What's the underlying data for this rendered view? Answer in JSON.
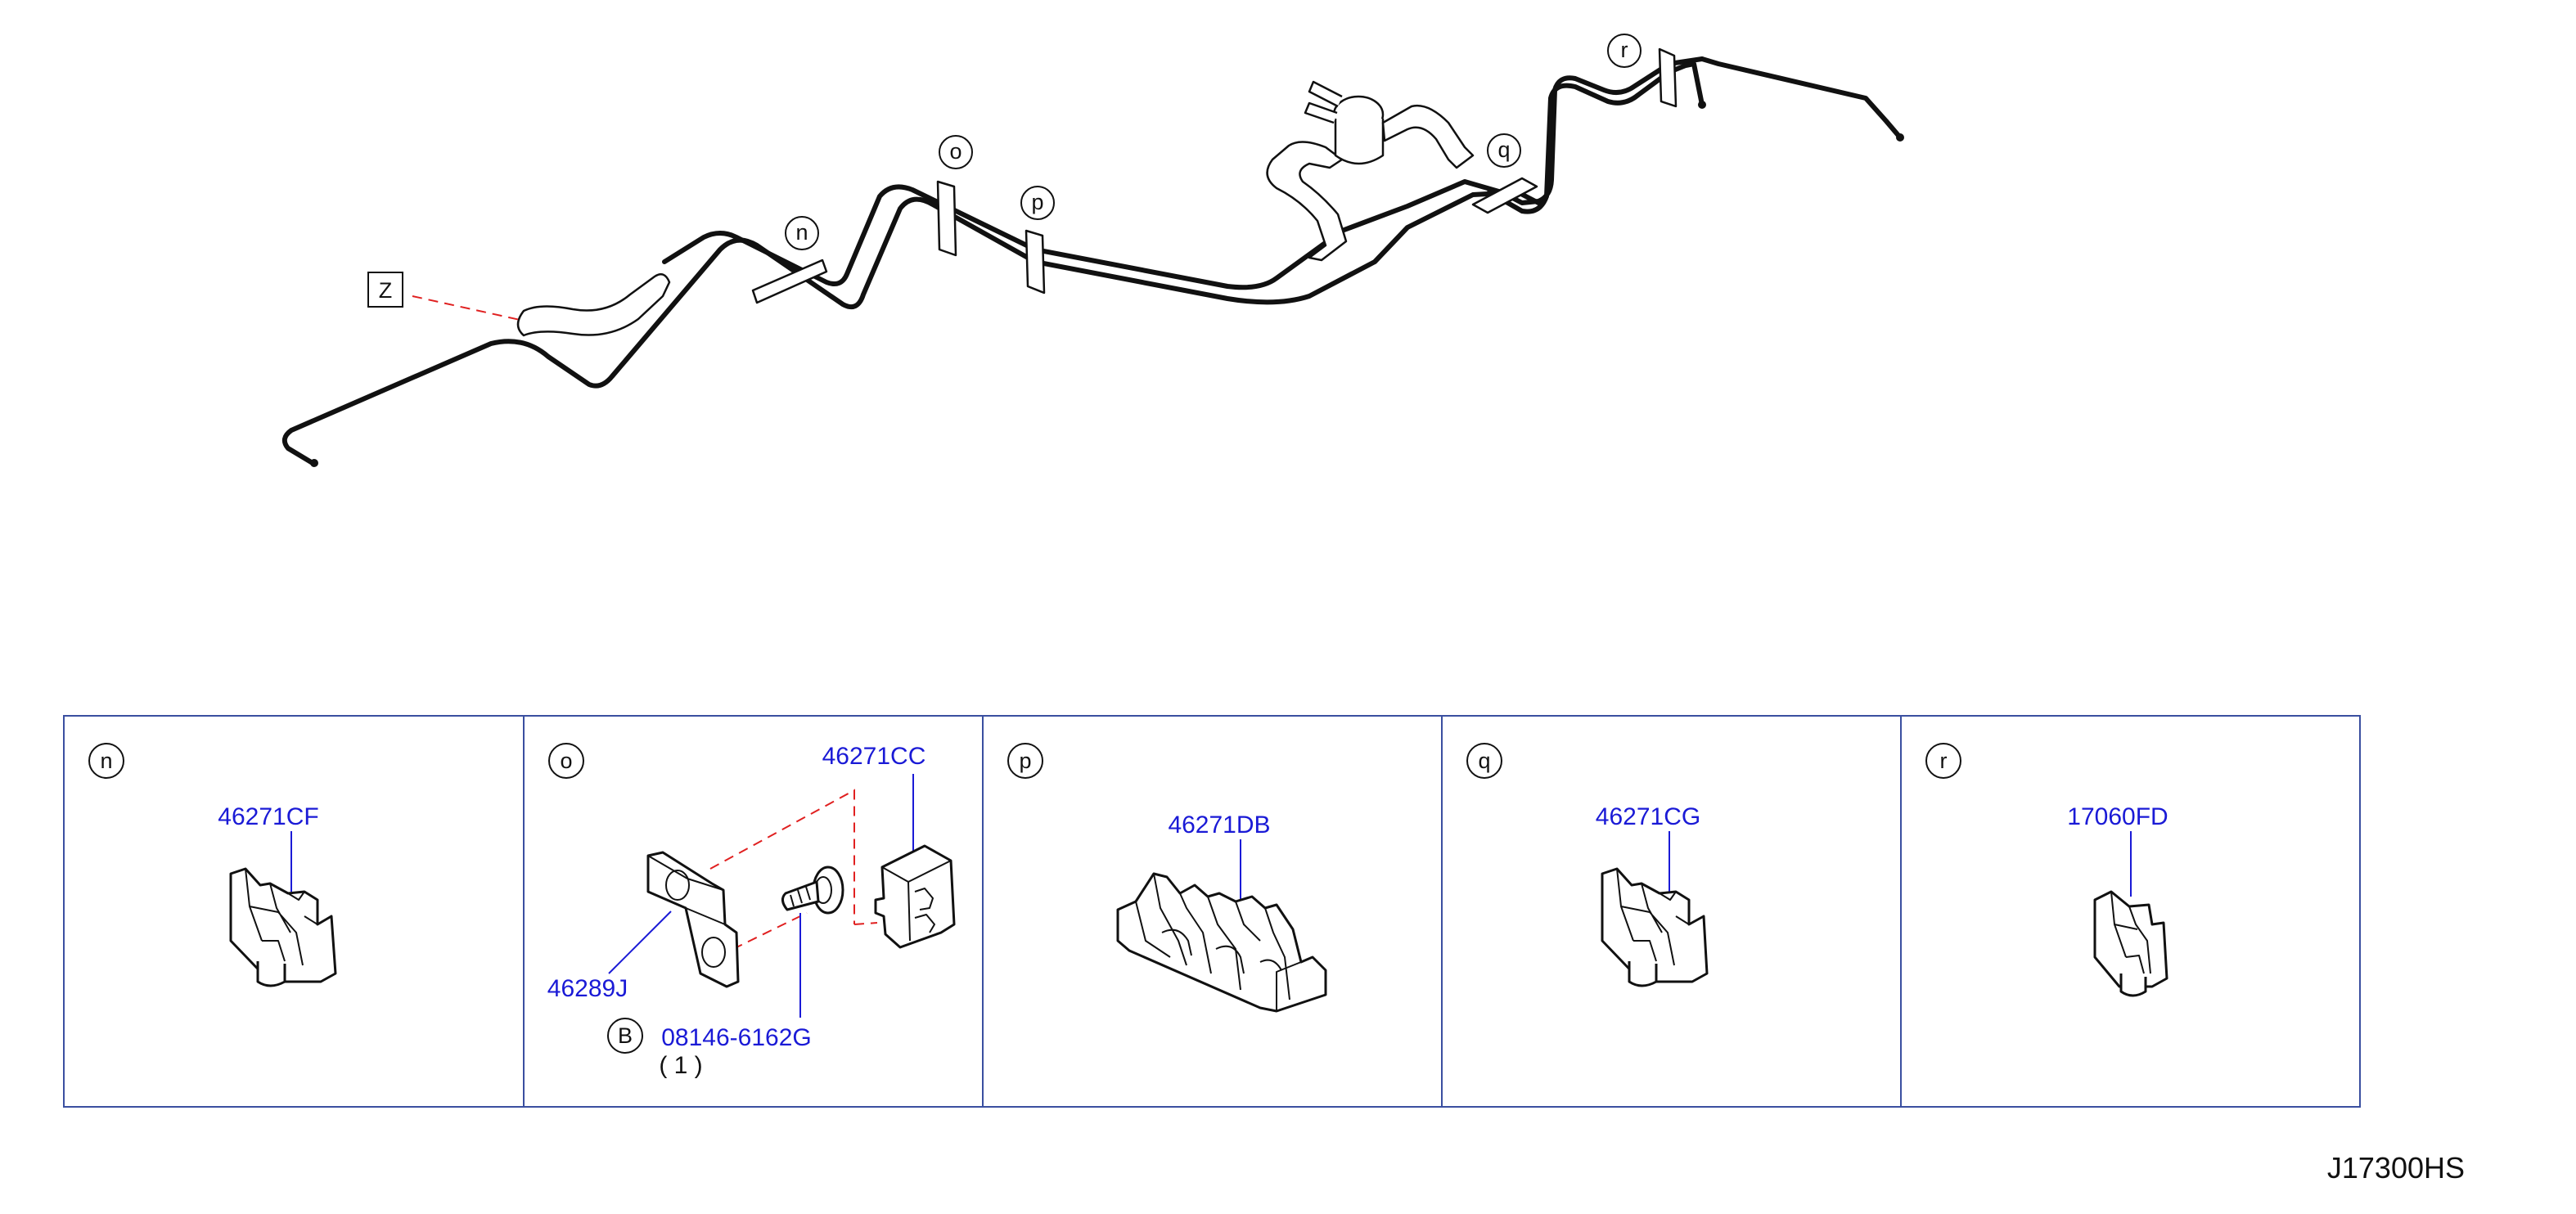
{
  "diagram_code": "J17300HS",
  "overview": {
    "view_label": "Z",
    "clip_callouts": [
      "n",
      "o",
      "p",
      "q",
      "r"
    ]
  },
  "panels": [
    {
      "callout": "n",
      "parts": [
        {
          "part_number": "46271CF"
        }
      ]
    },
    {
      "callout": "o",
      "parts": [
        {
          "part_number": "46271CC"
        },
        {
          "part_number": "46289J"
        },
        {
          "part_number": "08146-6162G",
          "marker": "B",
          "quantity": "( 1 )"
        }
      ]
    },
    {
      "callout": "p",
      "parts": [
        {
          "part_number": "46271DB"
        }
      ]
    },
    {
      "callout": "q",
      "parts": [
        {
          "part_number": "46271CG"
        }
      ]
    },
    {
      "callout": "r",
      "parts": [
        {
          "part_number": "17060FD"
        }
      ]
    }
  ]
}
